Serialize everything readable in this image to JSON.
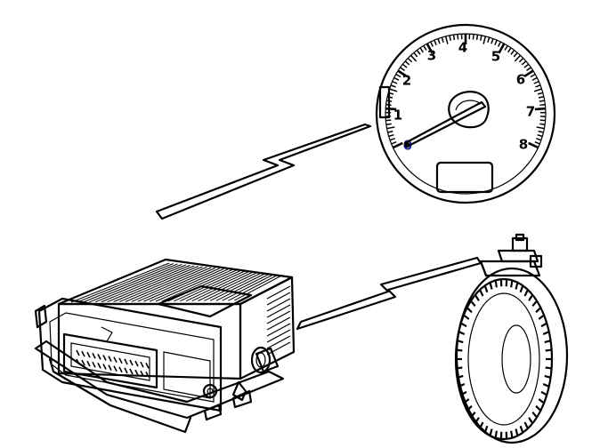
{
  "diagram": {
    "tachometer": {
      "dial_numbers": [
        "0",
        "1",
        "2",
        "3",
        "4",
        "5",
        "6",
        "7",
        "8"
      ],
      "highlight_number_color": "#1a2bb5"
    },
    "colors": {
      "ink": "#000000",
      "background": "#ffffff"
    },
    "icons": [
      "tachometer-icon",
      "control-unit-icon",
      "wheel-speed-sensor-icon",
      "signal-bolt-icon"
    ]
  }
}
